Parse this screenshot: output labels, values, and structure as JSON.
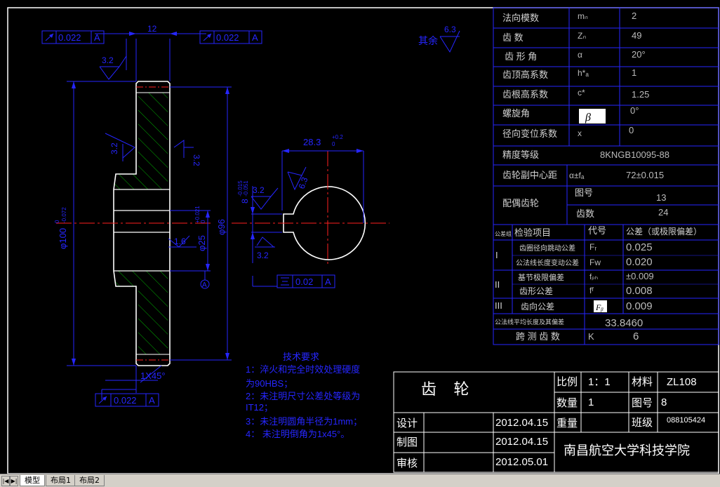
{
  "gear_table": {
    "rows": [
      {
        "label": "法向模数",
        "symbol": "mₙ",
        "value": "2"
      },
      {
        "label": "齿 数",
        "symbol": "Zₙ",
        "value": "49"
      },
      {
        "label": "齿 形 角",
        "symbol": "α",
        "value": "20°"
      },
      {
        "label": "齿顶高系数",
        "symbol": "h*ₐ",
        "value": "1"
      },
      {
        "label": "齿根高系数",
        "symbol": "c*",
        "value": "1.25"
      },
      {
        "label": "螺旋角",
        "symbol": "β",
        "value": "0°"
      },
      {
        "label": "径向变位系数",
        "symbol": "x",
        "value": "0"
      }
    ],
    "precision_label": "精度等级",
    "precision_value": "8KNGB10095-88",
    "center_distance_label": "齿轮副中心距",
    "center_distance_symbol": "α±fₐ",
    "center_distance_value": "72±0.015",
    "mating_gear_label": "配偶齿轮",
    "drawing_no_label": "图号",
    "drawing_no_value": "13",
    "teeth_label": "齿数",
    "teeth_value": "24",
    "group_header": "公差组",
    "item_header": "检验项目",
    "code_header": "代号",
    "tolerance_header": "公差（或极限偏差）",
    "inspection": [
      {
        "group": "I",
        "item": "齿圈径向跳动公差",
        "code": "Fᵣ",
        "value": "0.025"
      },
      {
        "group": "",
        "item": "公法线长度变动公差",
        "code": "Fw",
        "value": "0.020"
      },
      {
        "group": "II",
        "item": "基节极限偏差",
        "code": "fₚₕ",
        "value": "±0.009"
      },
      {
        "group": "",
        "item": "齿形公差",
        "code": "fᶠ",
        "value": "0.008"
      },
      {
        "group": "III",
        "item": "齿向公差",
        "code": "Fᵦ",
        "value": "0.009"
      }
    ],
    "common_normal_label": "公法线平均长度及其偏差",
    "common_normal_value": "33.8460",
    "span_teeth_label": "跨 测 齿 数",
    "span_teeth_symbol": "K",
    "span_teeth_value": "6"
  },
  "title_block": {
    "part_name": "齿    轮",
    "scale_label": "比例",
    "scale_value": "1：1",
    "material_label": "材料",
    "material_value": "ZL108",
    "quantity_label": "数量",
    "quantity_value": "1",
    "drawing_no_label": "图号",
    "drawing_no_value": "8",
    "weight_label": "重量",
    "class_label": "班级",
    "class_value": "088105424",
    "design_label": "设计",
    "design_date": "2012.04.15",
    "drawn_label": "制图",
    "drawn_date": "2012.04.15",
    "check_label": "审核",
    "check_date": "2012.05.01",
    "school": "南昌航空大学科技学院"
  },
  "tech_req": {
    "title": "技术要求",
    "lines": [
      "1：淬火和完全时效处理硬度",
      "为90HBS；",
      "2：未注明尺寸公差处等级为",
      "IT12；",
      "3：未注明圆角半径为1mm；",
      "4： 未注明倒角为1x45°。"
    ]
  },
  "annotations": {
    "runout_value": "0.022",
    "datum": "A",
    "width_dim": "12",
    "roughness_rest": "其余",
    "roughness_rest_value": "6.3",
    "roughness_32": "3.2",
    "roughness_16": "1.6",
    "diameter_100": "φ100",
    "diameter_100_tol_upper": "0",
    "diameter_100_tol_lower": "-0.072",
    "diameter_96": "φ96",
    "bore": "φ25",
    "bore_tol": "+0.021",
    "bore_tol_lower": "0",
    "chamfer": "1X45°",
    "keyway_depth": "28.3",
    "keyway_depth_tol_upper": "+0.2",
    "keyway_depth_tol_lower": "0",
    "keyway_width": "8",
    "keyway_width_tol_upper": "-0.015",
    "keyway_width_tol_lower": "-0.051",
    "symmetry_value": "0.02",
    "datum_circle": "A"
  },
  "tabs": [
    "模型",
    "布局1",
    "布局2"
  ],
  "colors": {
    "background": "#000000",
    "line": "#2626ff",
    "outline": "#ffffff",
    "centerline": "#ff2020",
    "hatch": "#00c000",
    "text": "#ffffff",
    "label": "#d0d0d0"
  }
}
